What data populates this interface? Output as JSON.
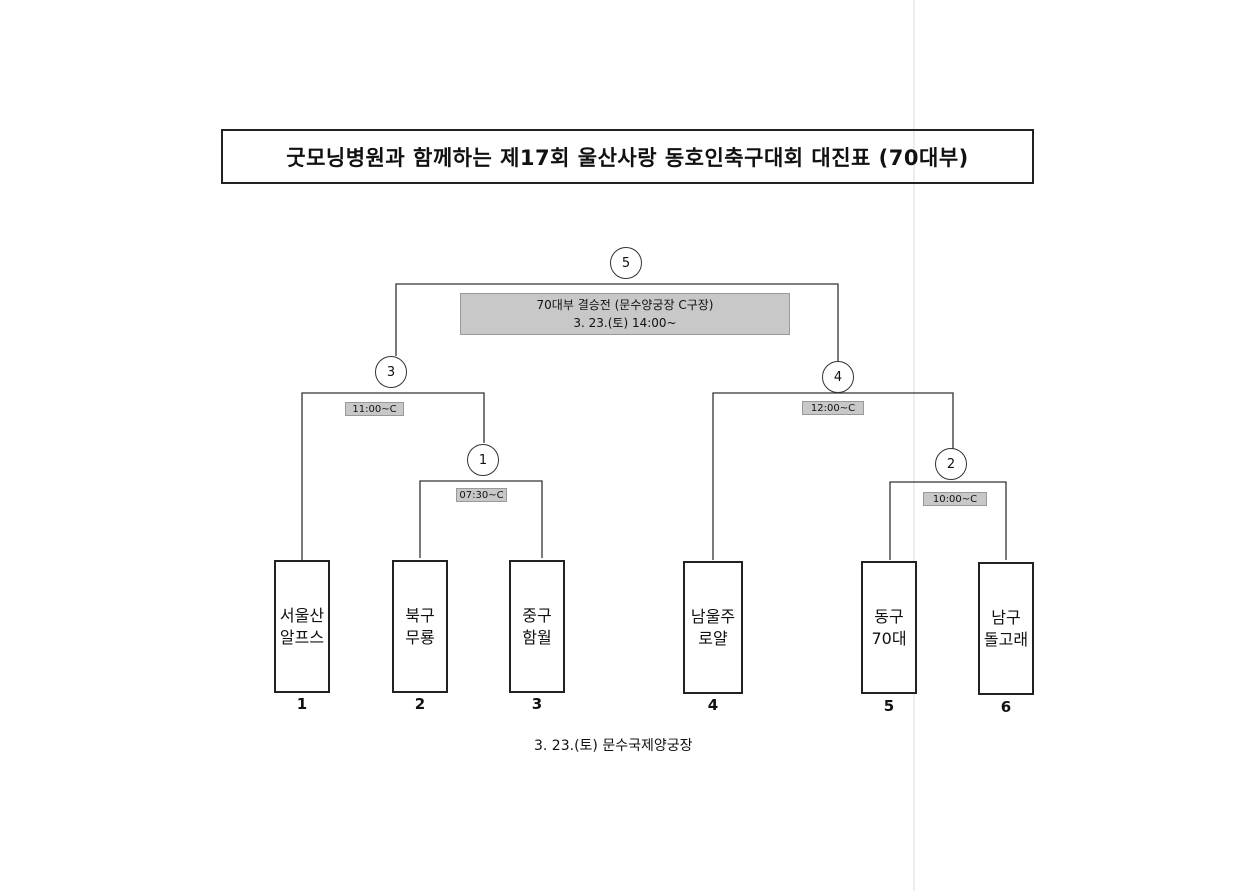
{
  "title": "굿모닝병원과 함께하는 제17회 울산사랑 동호인축구대회 대진표 (70대부)",
  "final": {
    "match_no": "5",
    "line1": "70대부 결승전 (문수양궁장 C구장)",
    "line2": "3. 23.(토) 14:00~"
  },
  "matches": [
    {
      "no": "3",
      "time": "11:00~C"
    },
    {
      "no": "1",
      "time": "07:30~C"
    },
    {
      "no": "4",
      "time": "12:00~C"
    },
    {
      "no": "2",
      "time": "10:00~C"
    }
  ],
  "teams": [
    {
      "line1": "서울산",
      "line2": "알프스",
      "num": "1"
    },
    {
      "line1": "북구",
      "line2": "무룡",
      "num": "2"
    },
    {
      "line1": "중구",
      "line2": "함월",
      "num": "3"
    },
    {
      "line1": "남울주",
      "line2": "로얄",
      "num": "4"
    },
    {
      "line1": "동구",
      "line2": "70대",
      "num": "5"
    },
    {
      "line1": "남구",
      "line2": "돌고래",
      "num": "6"
    }
  ],
  "footer": "3. 23.(토) 문수국제양궁장"
}
